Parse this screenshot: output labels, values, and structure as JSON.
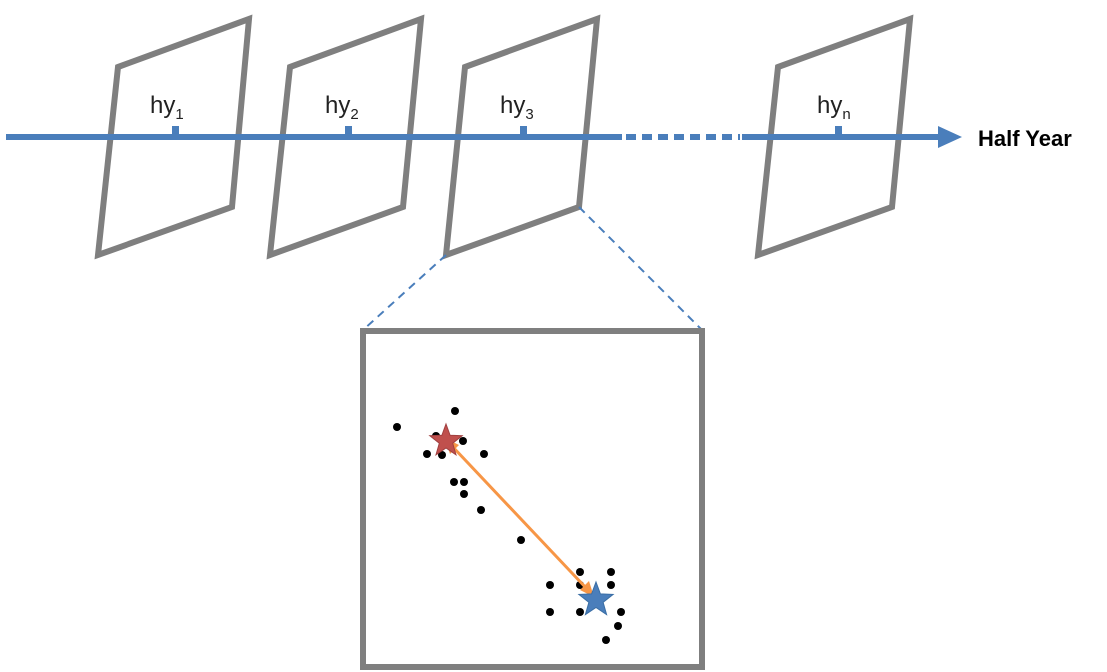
{
  "axis": {
    "label": "Half Year",
    "color": "#4a7ebb"
  },
  "slices": [
    {
      "base": "hy",
      "sub": "1"
    },
    {
      "base": "hy",
      "sub": "2"
    },
    {
      "base": "hy",
      "sub": "3"
    },
    {
      "base": "hy",
      "sub": "n"
    }
  ],
  "colors": {
    "frame": "#7f7f7f",
    "connector": "#4a7ebb",
    "points": "#000000",
    "start_star": "#c0504d",
    "end_star": "#4a7ebb",
    "arrow": "#f79646"
  },
  "icons": {
    "start_marker": "red-star-icon",
    "end_marker": "blue-star-icon"
  }
}
